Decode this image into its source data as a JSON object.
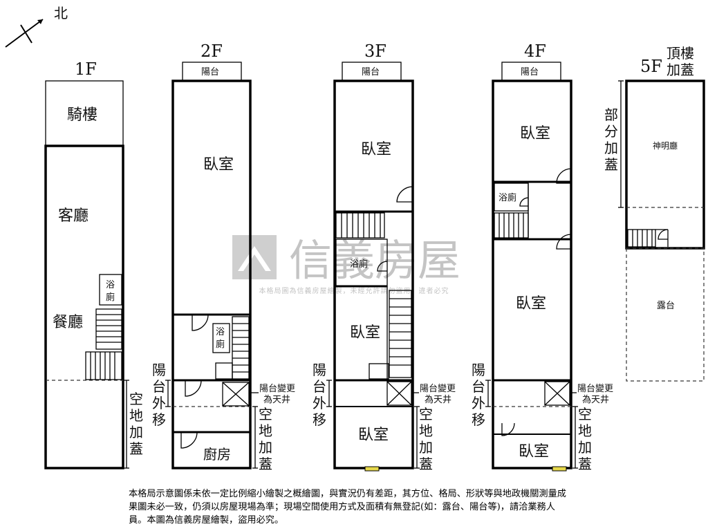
{
  "compass": {
    "label": "北"
  },
  "watermark": {
    "brand": "信義房屋",
    "notice": "本格局圖為信義房屋繪製，未經允許請勿盜用，違者必究"
  },
  "floors": {
    "f1": {
      "title": "1F",
      "arcade": "騎樓",
      "living": "客廳",
      "dining": "餐廳",
      "bath": "浴廁",
      "extension": "空地加蓋"
    },
    "f2": {
      "title": "2F",
      "balcony": "陽台",
      "bedroom": "臥室",
      "bath": "浴廁",
      "balcony_shift": "陽台外移",
      "skylight": "陽台變更為天井",
      "extension": "空地加蓋",
      "kitchen": "廚房"
    },
    "f3": {
      "title": "3F",
      "balcony": "陽台",
      "bedroom_top": "臥室",
      "bath": "浴廁",
      "bedroom_mid": "臥室",
      "balcony_shift": "陽台外移",
      "skylight": "陽台變更為天井",
      "extension": "空地加蓋",
      "bedroom_bottom": "臥室"
    },
    "f4": {
      "title": "4F",
      "balcony": "陽台",
      "bedroom_top": "臥室",
      "bath": "浴廁",
      "bedroom_mid": "臥室",
      "balcony_shift": "陽台外移",
      "skylight": "陽台變更為天井",
      "extension": "空地加蓋",
      "bedroom_bottom": "臥室"
    },
    "f5": {
      "title": "5F",
      "rooftop_addition": "頂樓加蓋",
      "partial_addition": "部分加蓋",
      "shrine": "神明廳",
      "terrace": "露台"
    }
  },
  "disclaimer": "本格局示意圖係未依一定比例縮小繪製之概繪圖，與實況仍有差距，其方位、格局、形狀等與地政機關測量成果圖未必一致，仍須以房屋現場為準；現場空間使用方式及面積有無登記(如：露台、陽台等)，請洽業務人員。本圖為信義房屋繪製，盜用必究。"
}
